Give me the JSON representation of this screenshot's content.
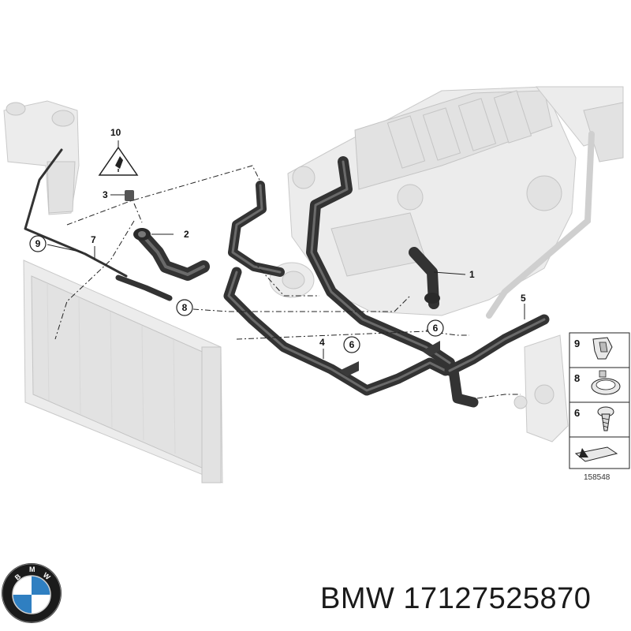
{
  "diagram": {
    "callouts": {
      "c1": "1",
      "c2": "2",
      "c3": "3",
      "c4": "4",
      "c5": "5",
      "c6a": "6",
      "c6b": "6",
      "c7": "7",
      "c8": "8",
      "c9": "9",
      "c10": "10"
    },
    "legend": {
      "items": [
        {
          "number": "9"
        },
        {
          "number": "8"
        },
        {
          "number": "6"
        }
      ]
    },
    "reference_number": "158548"
  },
  "brand": {
    "caption": "BMW 17127525870",
    "logo_letters": "BMW"
  },
  "colors": {
    "hose": "#333333",
    "ghost_part": "#ececec",
    "logo_blue": "#2f7fc1",
    "logo_ring": "#1b1b1b"
  }
}
